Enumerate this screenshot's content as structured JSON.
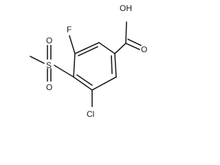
{
  "molecule": {
    "atoms": {
      "fluorine": "F",
      "hydroxyl": "OH",
      "carbonyl_oxygen": "O",
      "sulfur": "S",
      "sulfonyl_oxygen_top": "O",
      "sulfonyl_oxygen_bottom": "O",
      "chlorine": "Cl"
    }
  }
}
